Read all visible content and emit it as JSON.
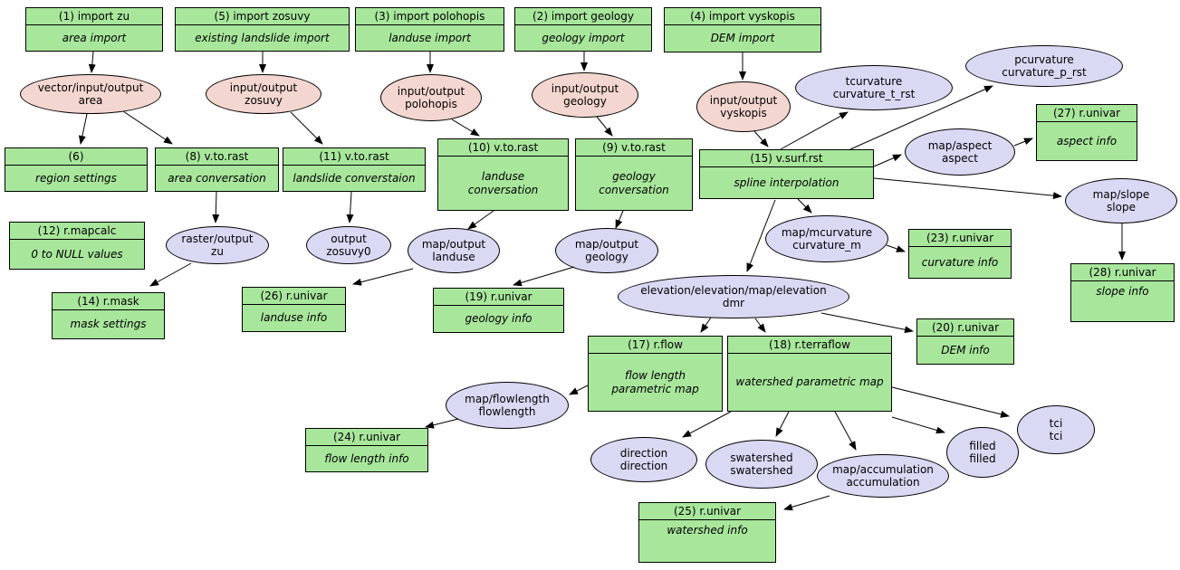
{
  "colors": {
    "tool_fill": "#a8e69c",
    "input_fill": "#f4d6d0",
    "data_fill": "#d9d9f4",
    "border": "#000000",
    "background": "#ffffff"
  },
  "tools": {
    "t1": {
      "title": "(1) import zu",
      "desc": "area import"
    },
    "t2": {
      "title": "(2) import geology",
      "desc": "geology import"
    },
    "t3": {
      "title": "(3) import polohopis",
      "desc": "landuse import"
    },
    "t4": {
      "title": "(4) import vyskopis",
      "desc": "DEM import"
    },
    "t5": {
      "title": "(5) import zosuvy",
      "desc": "existing landslide import"
    },
    "t6": {
      "title": "(6)",
      "desc": "region settings"
    },
    "t8": {
      "title": "(8) v.to.rast",
      "desc": "area conversation"
    },
    "t9": {
      "title": "(9) v.to.rast",
      "desc": "geology conversation"
    },
    "t10": {
      "title": "(10) v.to.rast",
      "desc": "landuse conversation"
    },
    "t11": {
      "title": "(11) v.to.rast",
      "desc": "landslide converstaion"
    },
    "t12": {
      "title": "(12) r.mapcalc",
      "desc": "0 to NULL values"
    },
    "t14": {
      "title": "(14) r.mask",
      "desc": "mask settings"
    },
    "t15": {
      "title": "(15) v.surf.rst",
      "desc": "spline interpolation"
    },
    "t17": {
      "title": "(17) r.flow",
      "desc": "flow length parametric map"
    },
    "t18": {
      "title": "(18) r.terraflow",
      "desc": "watershed parametric map"
    },
    "t19": {
      "title": "(19) r.univar",
      "desc": "geology info"
    },
    "t20": {
      "title": "(20) r.univar",
      "desc": "DEM info"
    },
    "t23": {
      "title": "(23) r.univar",
      "desc": "curvature info"
    },
    "t24": {
      "title": "(24) r.univar",
      "desc": "flow length info"
    },
    "t25": {
      "title": "(25) r.univar",
      "desc": "watershed info"
    },
    "t26": {
      "title": "(26) r.univar",
      "desc": "landuse info"
    },
    "t27": {
      "title": "(27) r.univar",
      "desc": "aspect info"
    },
    "t28": {
      "title": "(28) r.univar",
      "desc": "slope info"
    }
  },
  "data": {
    "area": {
      "line1": "vector/input/output",
      "line2": "area"
    },
    "zosuvy": {
      "line1": "input/output",
      "line2": "zosuvy"
    },
    "polohopis": {
      "line1": "input/output",
      "line2": "polohopis"
    },
    "geology_in": {
      "line1": "input/output",
      "line2": "geology"
    },
    "vyskopis": {
      "line1": "input/output",
      "line2": "vyskopis"
    },
    "tcurvature": {
      "line1": "tcurvature",
      "line2": "curvature_t_rst"
    },
    "pcurvature": {
      "line1": "pcurvature",
      "line2": "curvature_p_rst"
    },
    "aspect": {
      "line1": "map/aspect",
      "line2": "aspect"
    },
    "slope": {
      "line1": "map/slope",
      "line2": "slope"
    },
    "mcurvature": {
      "line1": "map/mcurvature",
      "line2": "curvature_m"
    },
    "raster_zu": {
      "line1": "raster/output",
      "line2": "zu"
    },
    "zosuvy0": {
      "line1": "output",
      "line2": "zosuvy0"
    },
    "landuse_out": {
      "line1": "map/output",
      "line2": "landuse"
    },
    "geology_out": {
      "line1": "map/output",
      "line2": "geology"
    },
    "elevation": {
      "line1": "elevation/elevation/map/elevation",
      "line2": "dmr"
    },
    "flowlength": {
      "line1": "map/flowlength",
      "line2": "flowlength"
    },
    "direction": {
      "line1": "direction",
      "line2": "direction"
    },
    "swatershed": {
      "line1": "swatershed",
      "line2": "swatershed"
    },
    "accumulation": {
      "line1": "map/accumulation",
      "line2": "accumulation"
    },
    "filled": {
      "line1": "filled",
      "line2": "filled"
    },
    "tci": {
      "line1": "tci",
      "line2": "tci"
    }
  }
}
